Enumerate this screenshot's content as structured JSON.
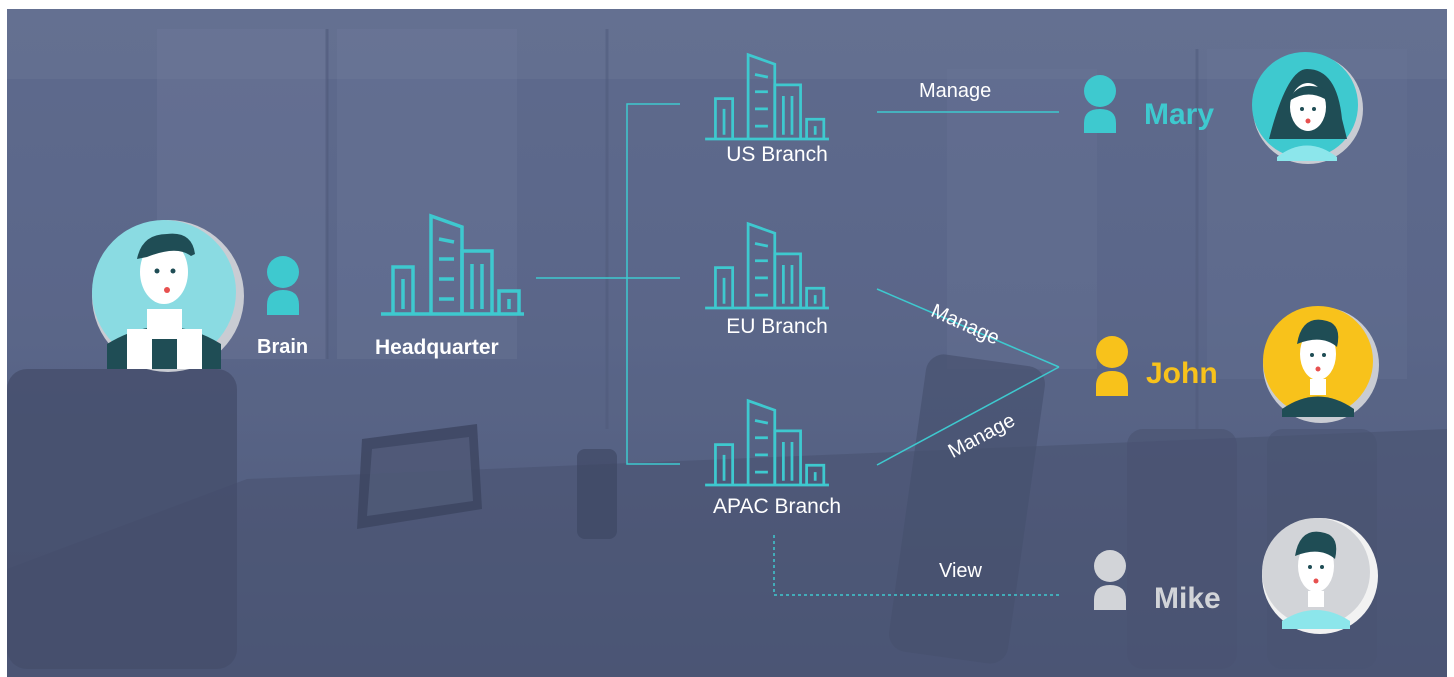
{
  "colors": {
    "teal": "#3ec9cf",
    "yellow": "#f8c21b",
    "gray": "#d2d4d8",
    "navy_dark": "#1f4d55",
    "background": "#5d6889"
  },
  "owner": {
    "name": "Brain",
    "icon": "person-icon",
    "avatar": "man-avatar"
  },
  "headquarter": {
    "label": "Headquarter",
    "icon": "building-icon"
  },
  "branches": [
    {
      "label": "US Branch",
      "icon": "building-icon"
    },
    {
      "label": "EU Branch",
      "icon": "building-icon"
    },
    {
      "label": "APAC Branch",
      "icon": "building-icon"
    }
  ],
  "relations": [
    {
      "label": "Manage",
      "from": "US Branch",
      "to": "Mary"
    },
    {
      "label": "Manage",
      "from": "EU Branch",
      "to": "John"
    },
    {
      "label": "Manage",
      "from": "APAC Branch",
      "to": "John"
    },
    {
      "label": "View",
      "from": "APAC Branch",
      "to": "Mike",
      "style": "dashed"
    }
  ],
  "users": [
    {
      "name": "Mary",
      "color": "#3ec9cf",
      "icon": "person-icon",
      "avatar": "woman-avatar"
    },
    {
      "name": "John",
      "color": "#f8c21b",
      "icon": "person-icon",
      "avatar": "man-avatar"
    },
    {
      "name": "Mike",
      "color": "#d2d4d8",
      "icon": "person-icon",
      "avatar": "man-avatar"
    }
  ]
}
